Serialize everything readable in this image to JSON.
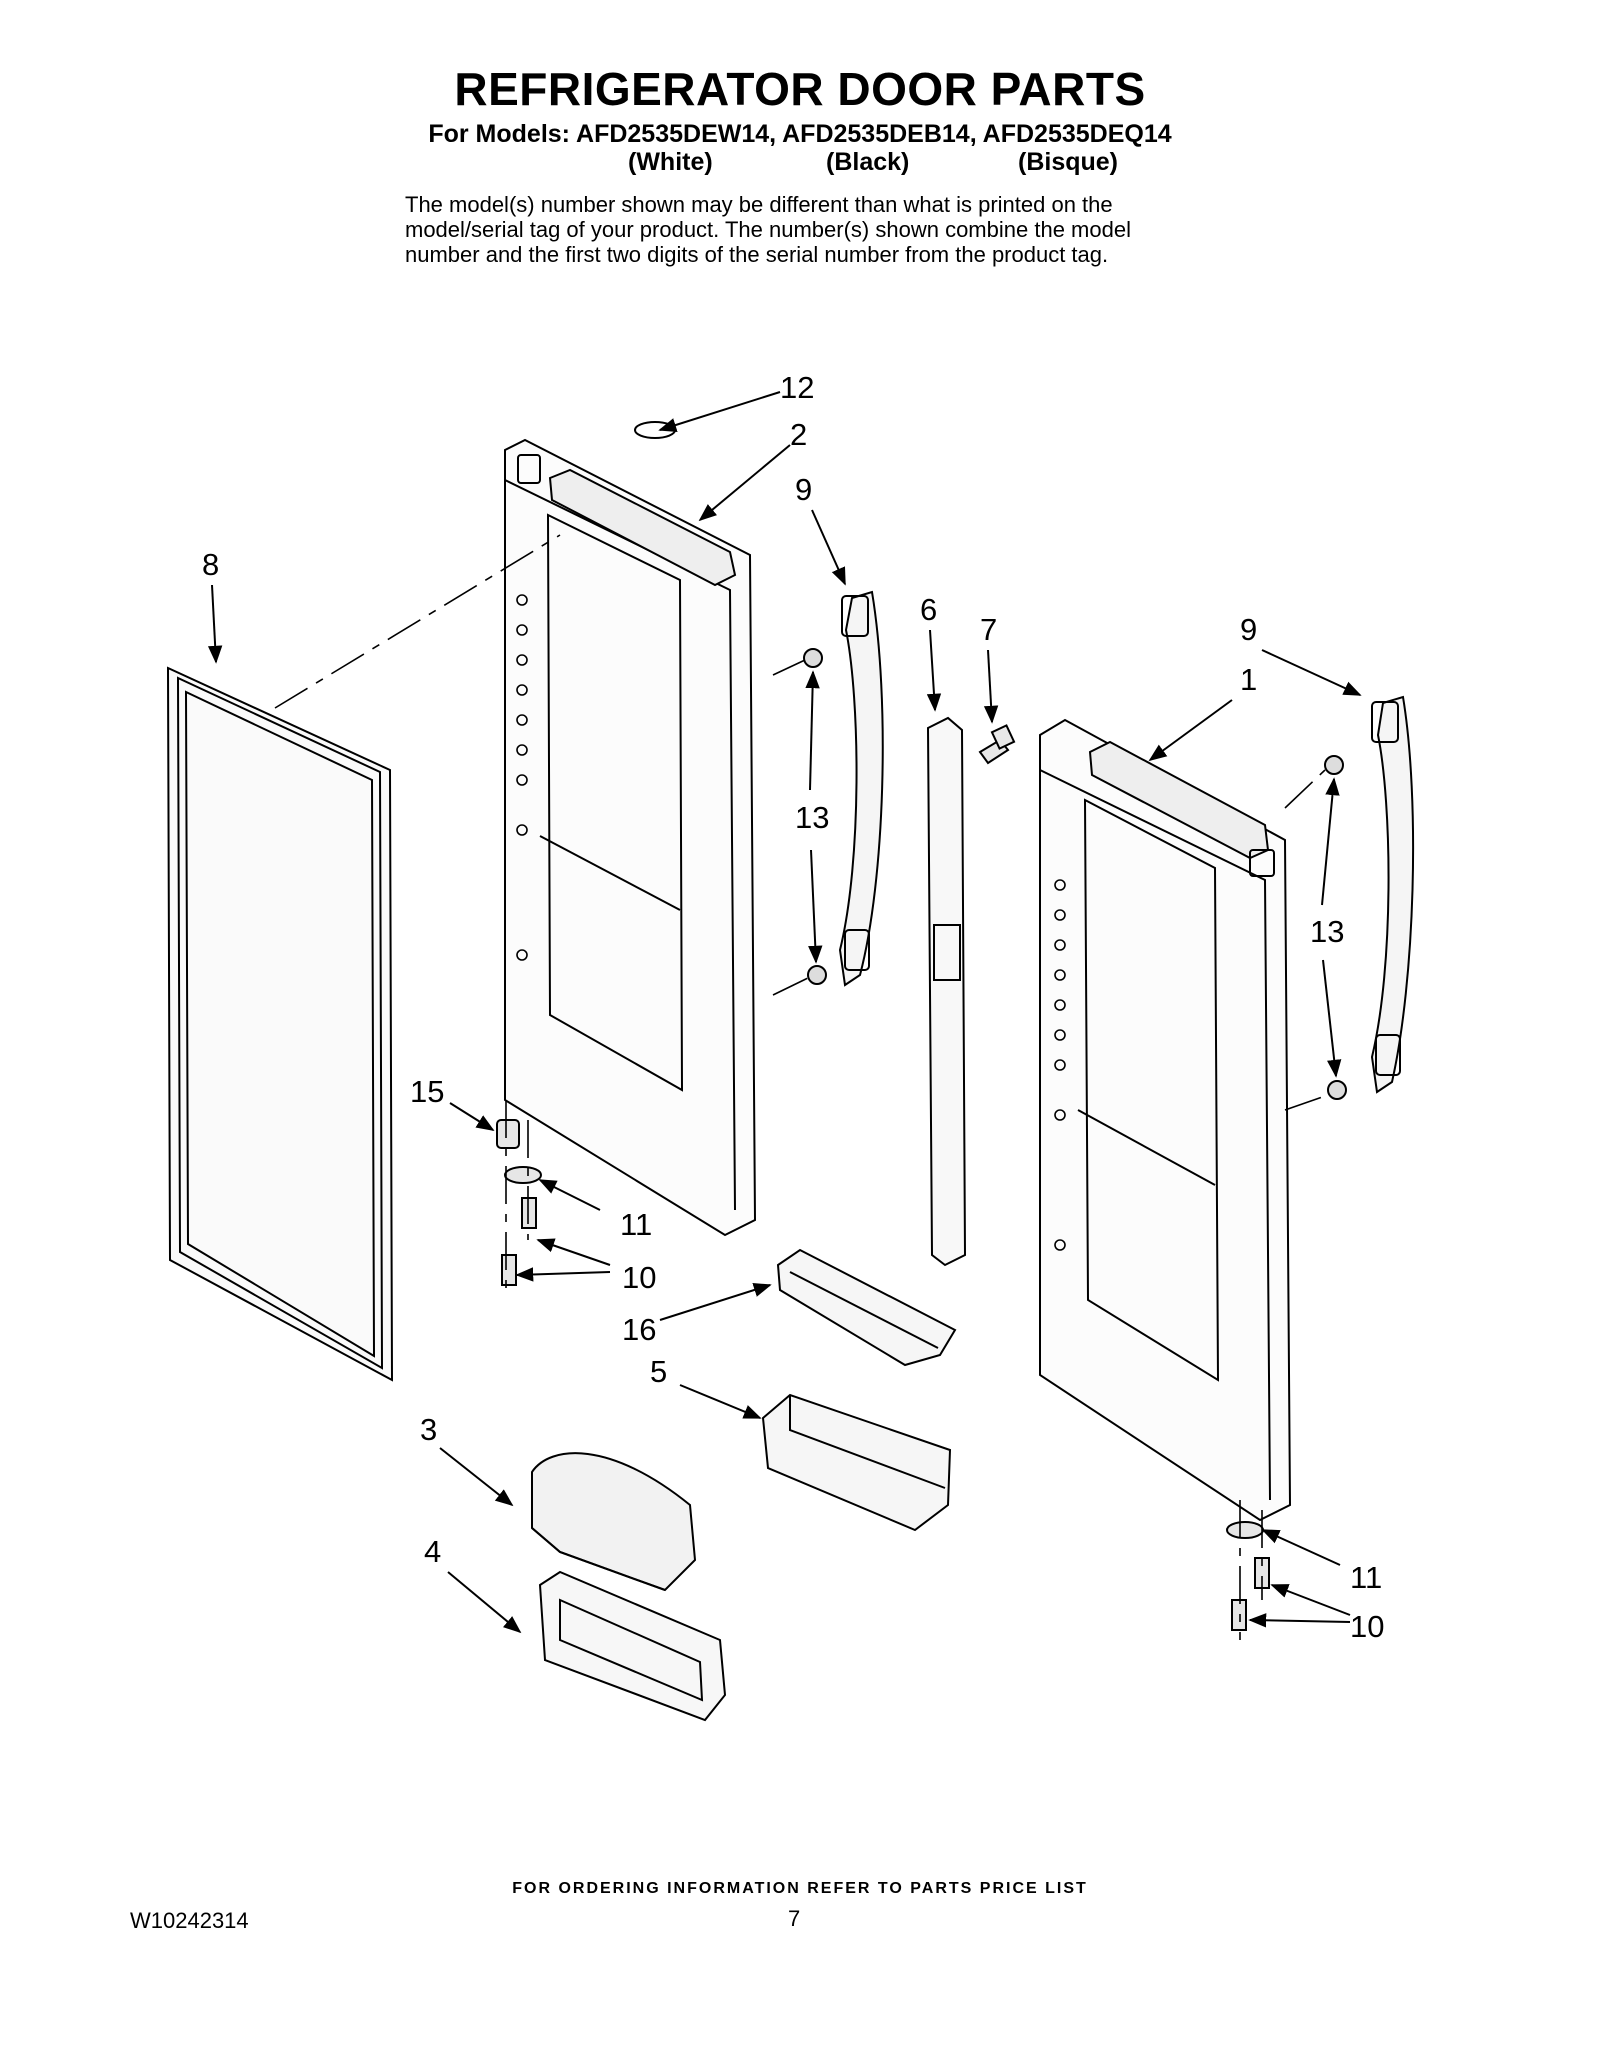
{
  "header": {
    "title": "REFRIGERATOR DOOR PARTS",
    "models": "For Models: AFD2535DEW14, AFD2535DEB14, AFD2535DEQ14",
    "colors": [
      "(White)",
      "(Black)",
      "(Bisque)"
    ],
    "note_lines": [
      "The model(s) number shown may be different than what is printed on the",
      "model/serial tag of your product. The number(s) shown combine the model",
      "number and the first two digits of the serial number from the product tag."
    ]
  },
  "callouts": {
    "c1": "1",
    "c2": "2",
    "c3": "3",
    "c4": "4",
    "c5": "5",
    "c6": "6",
    "c7": "7",
    "c8": "8",
    "c9a": "9",
    "c9b": "9",
    "c10a": "10",
    "c10b": "10",
    "c11a": "11",
    "c11b": "11",
    "c12": "12",
    "c13a": "13",
    "c13b": "13",
    "c15": "15",
    "c16": "16"
  },
  "footer": {
    "ordering": "FOR ORDERING INFORMATION REFER TO PARTS PRICE LIST",
    "doc_number": "W10242314",
    "page": "7"
  }
}
